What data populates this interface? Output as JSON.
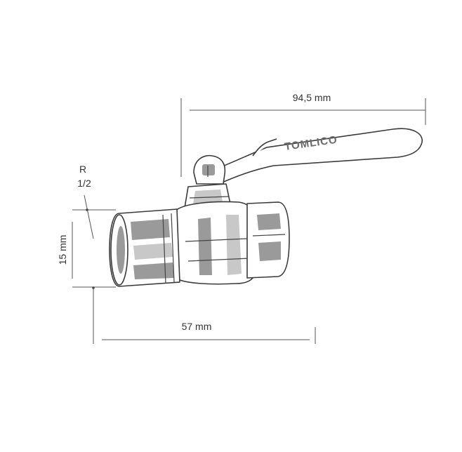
{
  "dimensions": {
    "lever_length": "94,5 mm",
    "body_length": "57 mm",
    "height": "15 mm",
    "thread_label_line1": "R",
    "thread_label_line2": "1/2"
  },
  "handle_text": "TOMLICO",
  "colors": {
    "line": "#555555",
    "outline": "#3a3a3a",
    "text": "#333333"
  }
}
